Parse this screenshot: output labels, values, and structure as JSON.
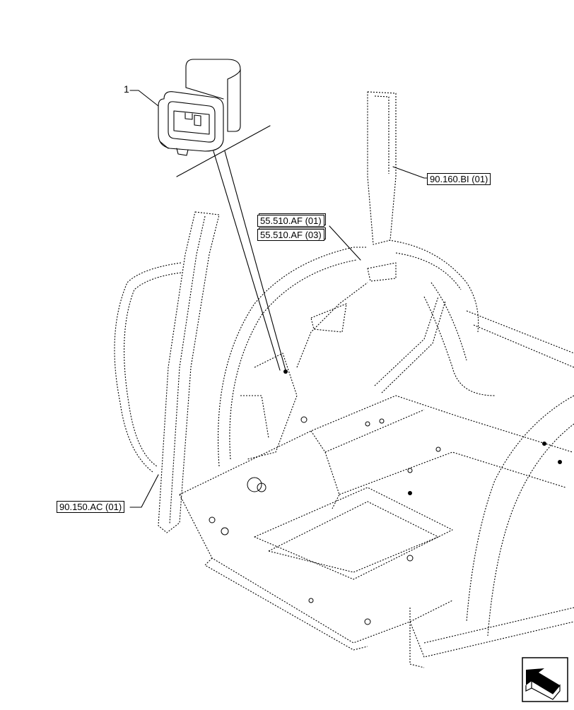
{
  "callouts": {
    "item_1": "1"
  },
  "references": {
    "ref_90_160_bi": "90.160.BI (01)",
    "ref_55_510_af_01": "55.510.AF (01)",
    "ref_55_510_af_03": "55.510.AF (03)",
    "ref_90_150_ac": "90.150.AC (01)"
  },
  "icons": {
    "nav": "arrow-back-icon"
  },
  "colors": {
    "line": "#000000",
    "background": "#ffffff"
  }
}
